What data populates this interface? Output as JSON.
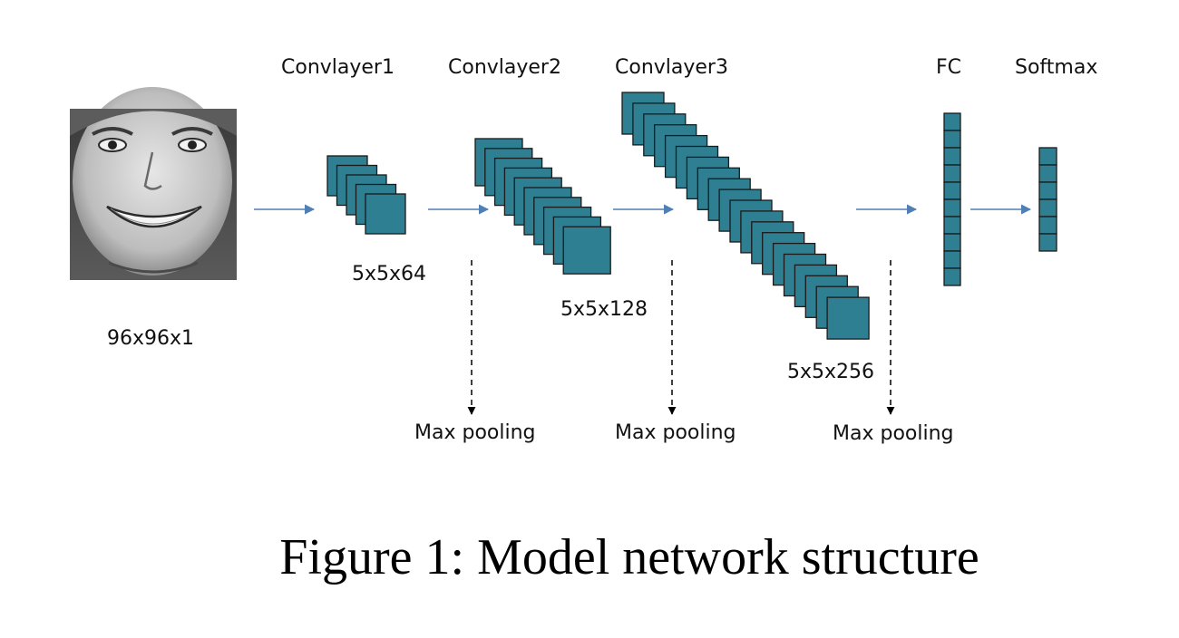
{
  "colors": {
    "feature_map_fill": "#2f7f93",
    "arrow": "#4f7fb5",
    "pool_arrow": "#000000",
    "text": "#111111"
  },
  "input": {
    "image_description": "grayscale face photo",
    "size_label": "96x96x1"
  },
  "layers": [
    {
      "title": "Convlayer1",
      "output_label": "5x5x64",
      "num_maps": 5
    },
    {
      "title": "Convlayer2",
      "output_label": "5x5x128",
      "num_maps": 10
    },
    {
      "title": "Convlayer3",
      "output_label": "5x5x256",
      "num_maps": 20
    }
  ],
  "pooling_label": "Max pooling",
  "fc": {
    "title": "FC",
    "cells": 10
  },
  "softmax": {
    "title": "Softmax",
    "cells": 6
  },
  "caption": "Figure 1: Model network structure"
}
